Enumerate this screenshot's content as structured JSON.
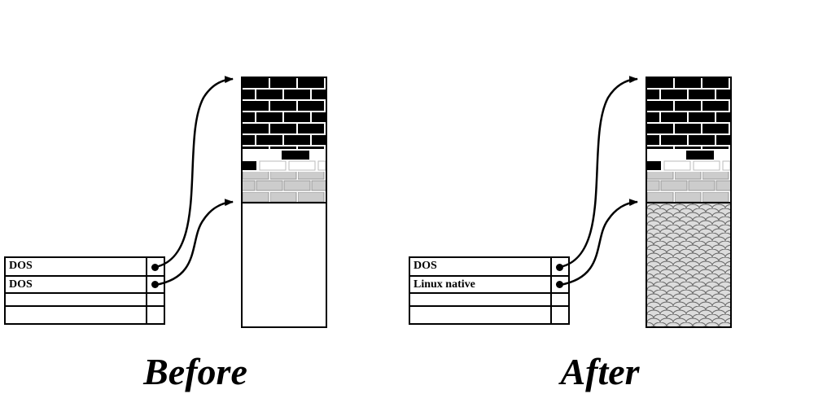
{
  "diagram": {
    "panels": [
      {
        "caption": "Before",
        "table": {
          "rows": [
            {
              "label": "DOS"
            },
            {
              "label": "DOS"
            },
            {
              "label": ""
            },
            {
              "label": ""
            }
          ]
        },
        "disk": {
          "top_segment": "used-space-black-bricks",
          "middle_segment": "partially-used-bricks",
          "bottom_segment": "free-space-empty"
        }
      },
      {
        "caption": "After",
        "table": {
          "rows": [
            {
              "label": "DOS"
            },
            {
              "label": "Linux native"
            },
            {
              "label": ""
            },
            {
              "label": ""
            }
          ]
        },
        "disk": {
          "top_segment": "used-space-black-bricks",
          "middle_segment": "partially-used-bricks",
          "bottom_segment": "linux-native-scales"
        }
      }
    ],
    "colors": {
      "ink": "#000000",
      "gray_brick": "#cccccc",
      "scale_fill": "#dcdcdc"
    }
  }
}
